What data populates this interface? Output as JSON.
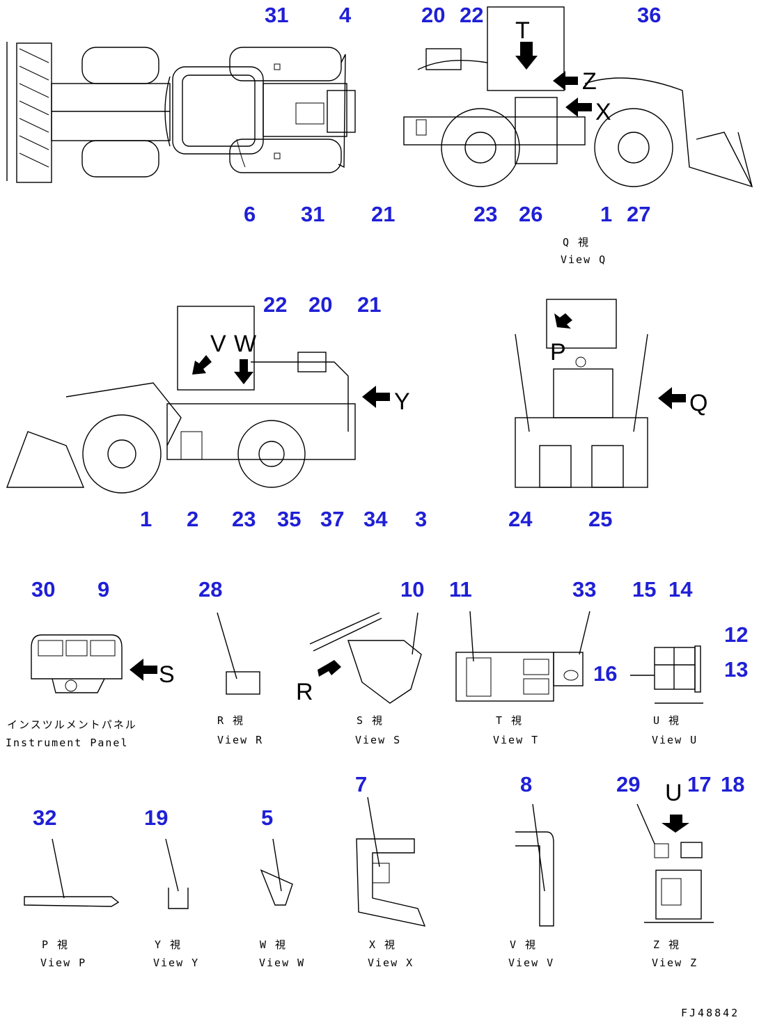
{
  "callouts": {
    "top_left": [
      "31",
      "4",
      "6",
      "31"
    ],
    "view_q": [
      "20",
      "22",
      "36",
      "21",
      "23",
      "26",
      "1",
      "27"
    ],
    "side_view": [
      "22",
      "20",
      "21",
      "1",
      "2",
      "23",
      "35",
      "37",
      "34",
      "3"
    ],
    "rear_view": [
      "24",
      "25"
    ],
    "instrument": [
      "30",
      "9"
    ],
    "view_r": "28",
    "view_s": "10",
    "view_t": [
      "11",
      "33"
    ],
    "view_u": [
      "15",
      "14",
      "12",
      "16",
      "13"
    ],
    "view_p": "32",
    "view_y": "19",
    "view_w": "5",
    "view_x": "7",
    "view_v": "8",
    "view_z": [
      "29",
      "17",
      "18"
    ]
  },
  "arrow_labels": {
    "t": "T",
    "z": "Z",
    "x": "X",
    "v": "V",
    "w": "W",
    "y": "Y",
    "p": "P",
    "q": "Q",
    "s": "S",
    "r": "R",
    "u": "U"
  },
  "captions": {
    "view_q": [
      "Q 視",
      "View Q"
    ],
    "instrument": [
      "インスツルメントパネル",
      "Instrument Panel"
    ],
    "view_r": [
      "R 視",
      "View R"
    ],
    "view_s": [
      "S 視",
      "View S"
    ],
    "view_t": [
      "T 視",
      "View T"
    ],
    "view_u": [
      "U 視",
      "View U"
    ],
    "view_p": [
      "P 視",
      "View P"
    ],
    "view_y": [
      "Y 視",
      "View Y"
    ],
    "view_w": [
      "W 視",
      "View W"
    ],
    "view_x": [
      "X 視",
      "View X"
    ],
    "view_v": [
      "V 視",
      "View V"
    ],
    "view_z": [
      "Z 視",
      "View Z"
    ]
  },
  "figure_code": "FJ48842",
  "colors": {
    "callout": "#1f1fd6",
    "line": "#000000",
    "background": "#ffffff"
  }
}
